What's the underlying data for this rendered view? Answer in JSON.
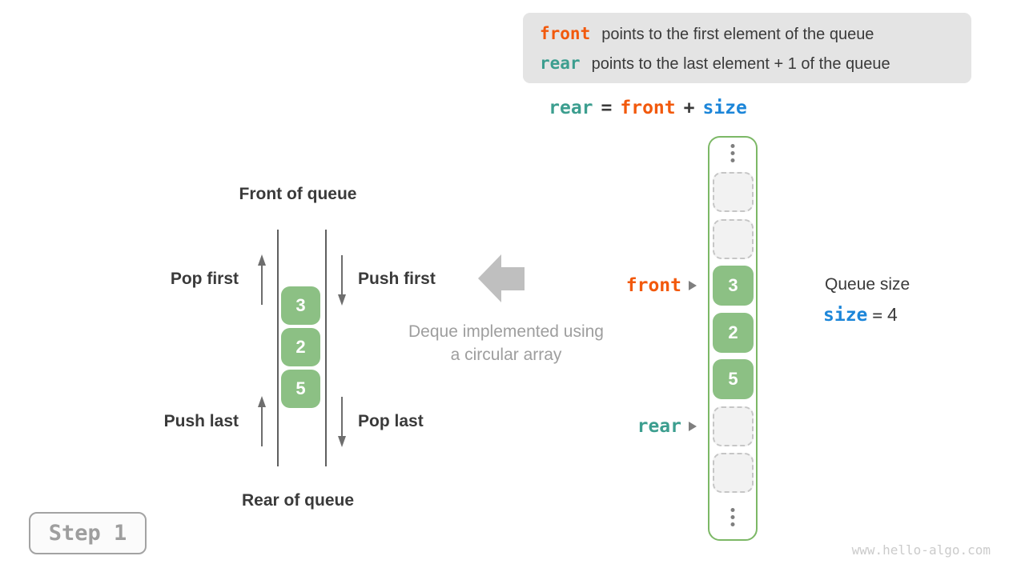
{
  "colors": {
    "accent_orange": "#f2590c",
    "accent_teal": "#3c9e8f",
    "accent_blue": "#1c86d9",
    "cell_green": "#8cc084",
    "array_border_green": "#7cb866",
    "info_box_bg": "#e4e4e4",
    "muted_gray": "#9e9e9e"
  },
  "info_box": {
    "lines": [
      {
        "keyword": "front",
        "text": "points to the first element of the queue"
      },
      {
        "keyword": "rear",
        "text": "points to the last element + 1 of the queue"
      }
    ]
  },
  "formula": {
    "rear": "rear",
    "eq": "=",
    "front": "front",
    "plus": "+",
    "size": "size"
  },
  "queue_diagram": {
    "front_label": "Front of queue",
    "rear_label": "Rear of queue",
    "pop_first": "Pop first",
    "push_first": "Push first",
    "push_last": "Push last",
    "pop_last": "Pop last",
    "values": [
      "3",
      "2",
      "5"
    ]
  },
  "caption": {
    "line1": "Deque implemented using",
    "line2": "a circular array"
  },
  "array": {
    "front_pointer": "front",
    "rear_pointer": "rear",
    "cells": [
      {
        "type": "empty",
        "value": ""
      },
      {
        "type": "empty",
        "value": ""
      },
      {
        "type": "filled",
        "value": "3"
      },
      {
        "type": "filled",
        "value": "2"
      },
      {
        "type": "filled",
        "value": "5"
      },
      {
        "type": "empty",
        "value": ""
      },
      {
        "type": "empty",
        "value": ""
      }
    ]
  },
  "queue_size": {
    "title": "Queue size",
    "var": "size",
    "eq": "=",
    "value": "4"
  },
  "step_badge": {
    "label": "Step 1"
  },
  "watermark": "www.hello-algo.com"
}
